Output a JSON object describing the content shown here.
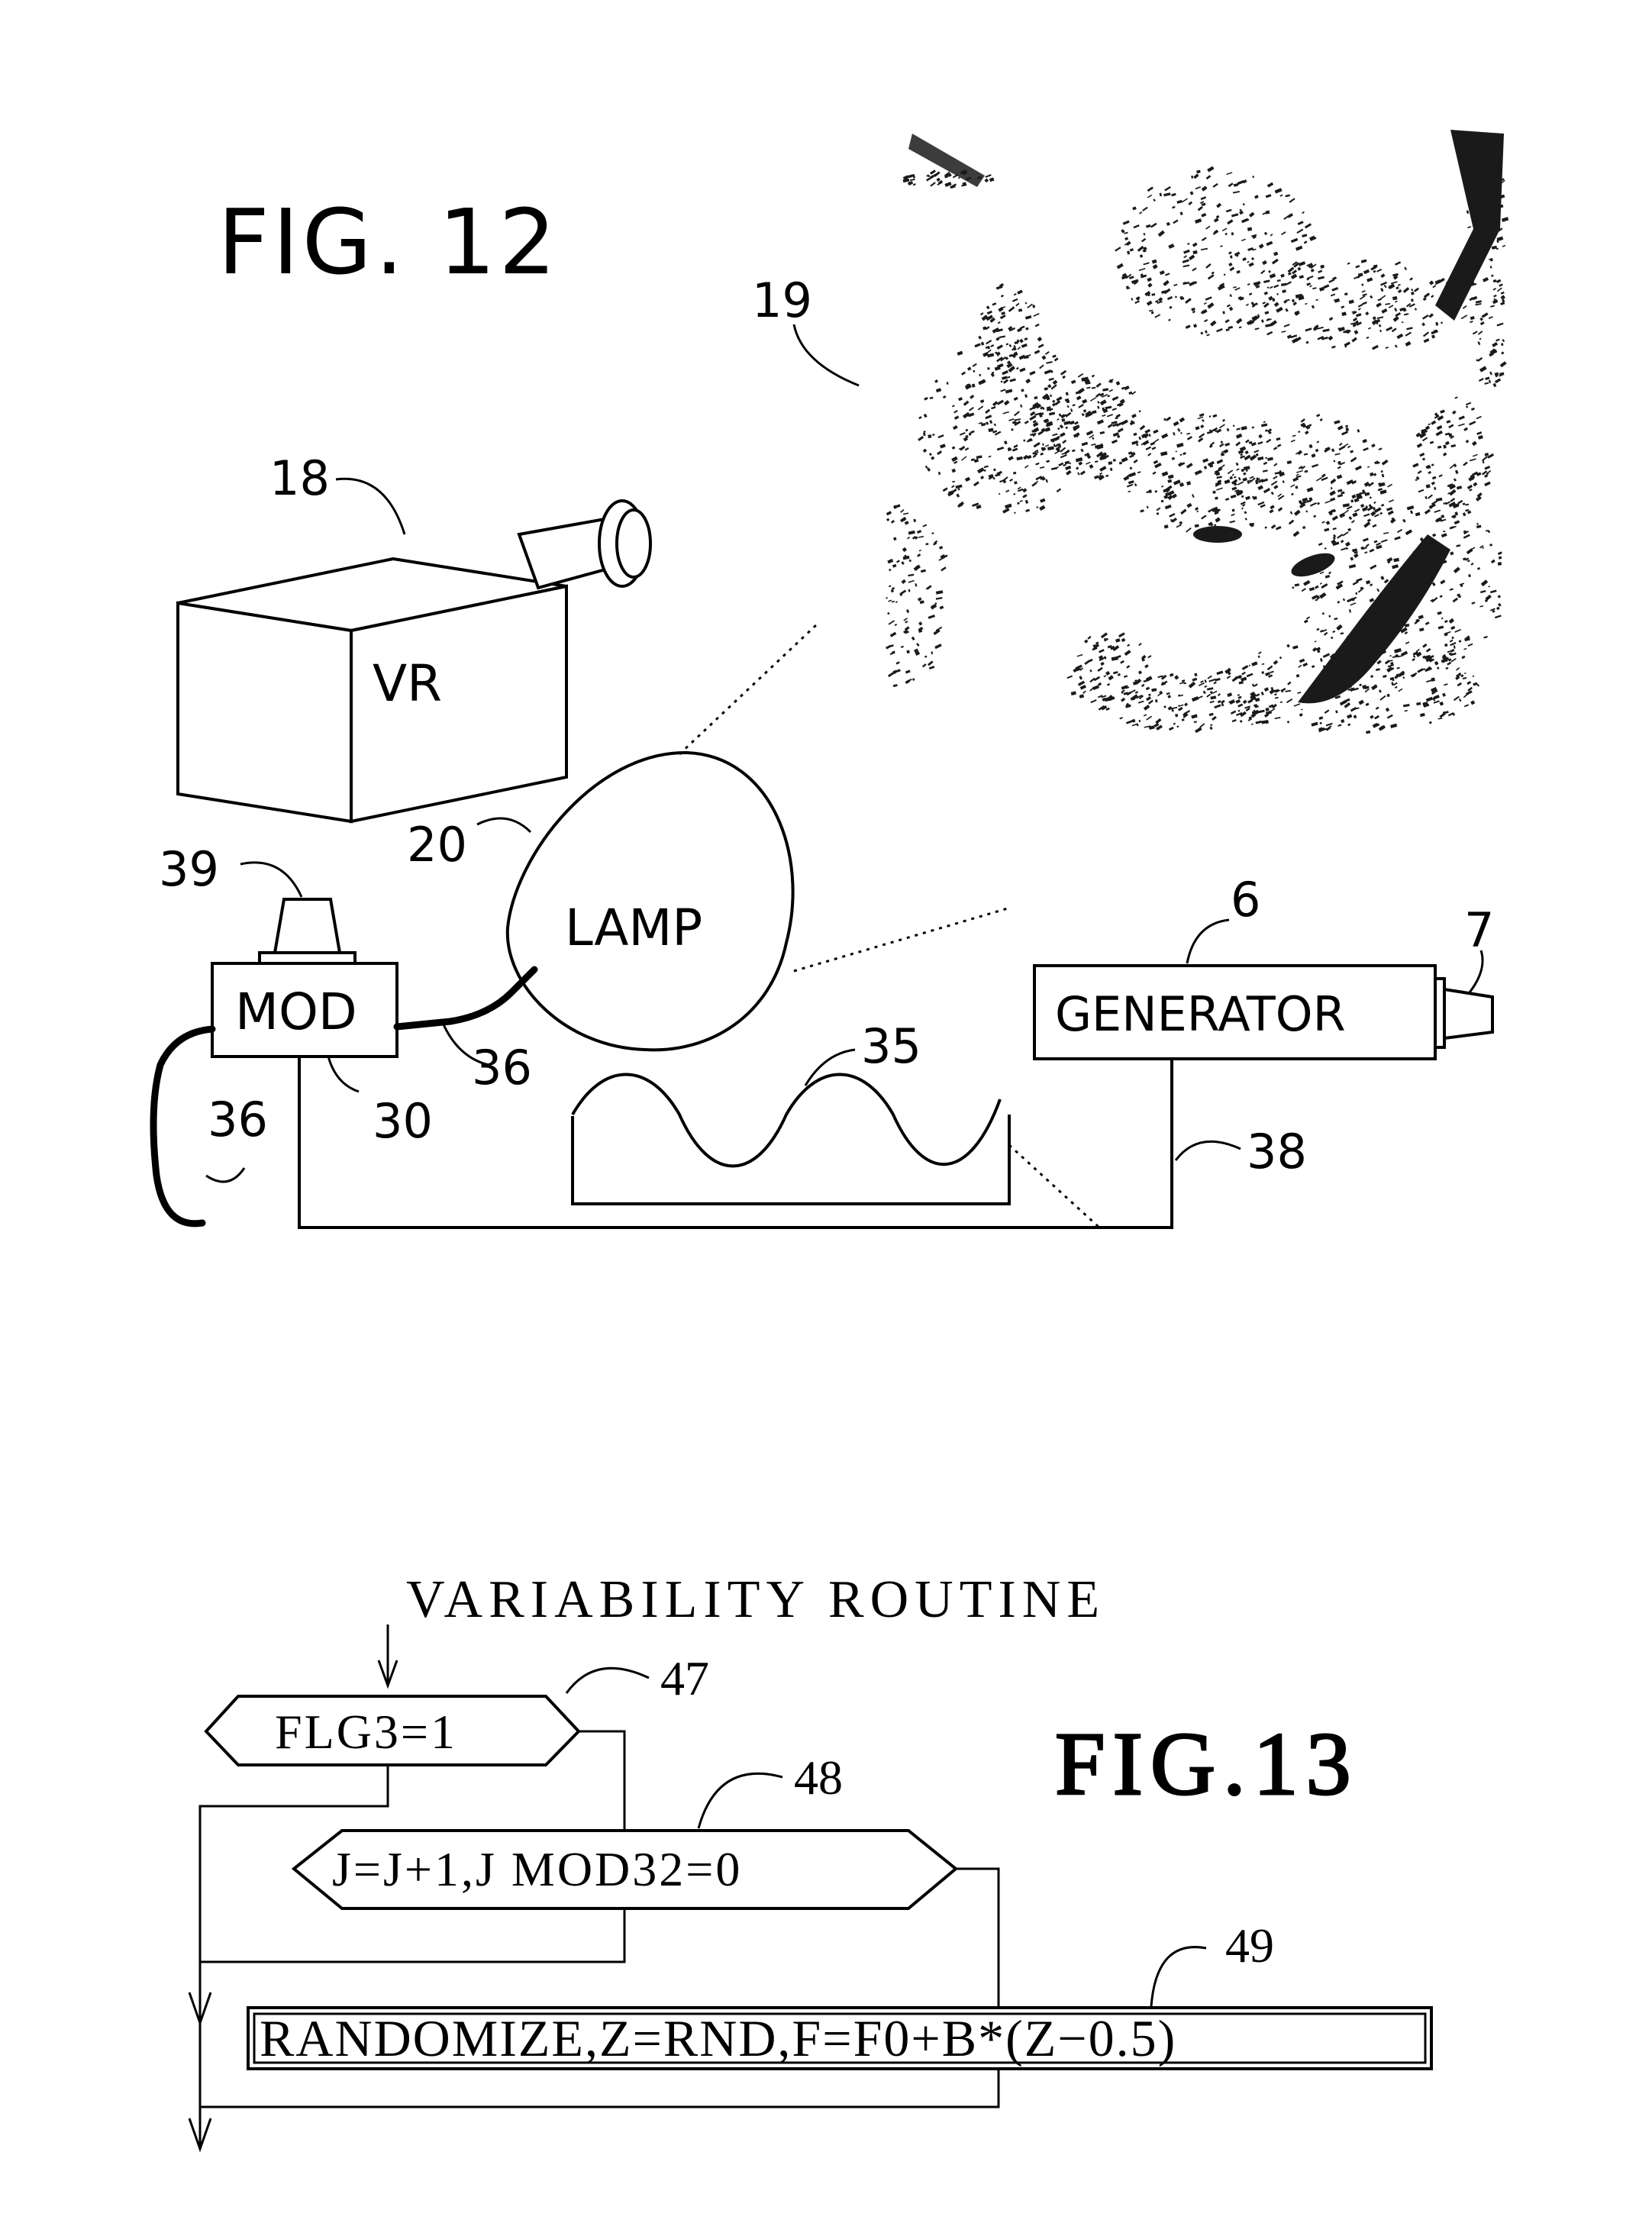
{
  "fig12": {
    "title": "FIG. 12",
    "labels": {
      "vr": "VR",
      "lamp": "LAMP",
      "mod": "MOD",
      "generator": "GENERATOR"
    },
    "refs": {
      "r19": "19",
      "r18": "18",
      "r20": "20",
      "r39": "39",
      "r6": "6",
      "r7": "7",
      "r36a": "36",
      "r36b": "36",
      "r30": "30",
      "r35": "35",
      "r38": "38"
    }
  },
  "fig13": {
    "heading": "VARIABILITY ROUTINE",
    "title": "FIG.13",
    "steps": {
      "flag": "FLG3=1",
      "counter": "J=J+1,J MOD32=0",
      "randomize": "RANDOMIZE,Z=RND,F=F0+B*(Z−0.5)"
    },
    "refs": {
      "r47": "47",
      "r48": "48",
      "r49": "49"
    }
  }
}
